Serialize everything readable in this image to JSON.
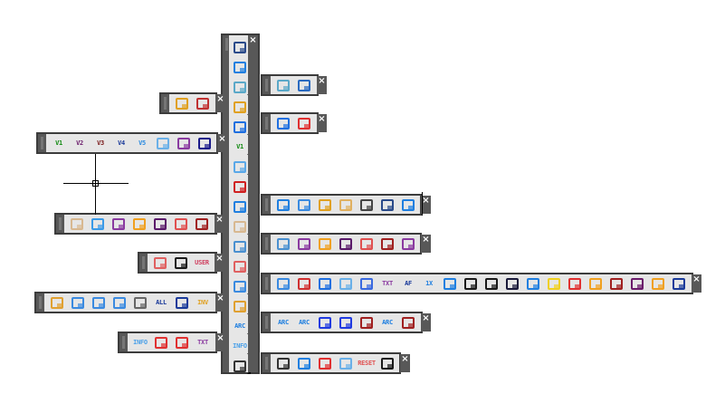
{
  "close_glyph": "×",
  "colors": {
    "toolbar_body": "#e6e6e6",
    "toolbar_border": "#3c3c3c",
    "toolbar_strip": "#585858"
  },
  "toolbars": [
    {
      "id": "vertical-main",
      "orientation": "vertical",
      "icons": [
        {
          "name": "display-order-icon",
          "color": "#2a4a8a"
        },
        {
          "name": "plug-connector-icon",
          "color": "#1f7fe0"
        },
        {
          "name": "crystal-ball-icon",
          "color": "#5aa8c8",
          "flyout": true
        },
        {
          "name": "tape-measure-icon",
          "color": "#e0a020",
          "flyout": true
        },
        {
          "name": "elevation-marker-icon",
          "color": "#1f6fe0",
          "flyout": true
        },
        {
          "name": "view-v1-icon",
          "color": "#118a11",
          "label": "V1",
          "flyout": true
        },
        {
          "name": "pipe-connector-icon",
          "color": "#5aa8e8",
          "flyout": true
        },
        {
          "name": "color-layers-icon",
          "color": "#d02020"
        },
        {
          "name": "insert-point-icon",
          "color": "#1f7fe0",
          "flyout": true
        },
        {
          "name": "pattern-fill-icon",
          "color": "#d8b890",
          "flyout": true
        },
        {
          "name": "stacked-lines-icon",
          "color": "#4a90d0",
          "flyout": true
        },
        {
          "name": "brick-help-icon",
          "color": "#e06060",
          "flyout": true
        },
        {
          "name": "section-move-icon",
          "color": "#3a8ae0",
          "flyout": true
        },
        {
          "name": "layers-copy-icon",
          "color": "#e0a030",
          "flyout": true
        },
        {
          "name": "arc-elevation-icon",
          "color": "#1f7fe0",
          "label": "ARC",
          "flyout": true
        },
        {
          "name": "info-icon",
          "color": "#4aa0e8",
          "label": "INFO",
          "flyout": true
        },
        {
          "name": "rubik-cube-icon",
          "color": "#333333",
          "flyout": true
        }
      ]
    },
    {
      "id": "ball-toolbar",
      "orientation": "horizontal",
      "icons": [
        {
          "name": "crystal-ball-icon",
          "color": "#5aa8c8"
        },
        {
          "name": "monitor-arrows-icon",
          "color": "#2a6ac0"
        }
      ]
    },
    {
      "id": "elevation-toolbar",
      "orientation": "horizontal",
      "icons": [
        {
          "name": "elevation-marker-blue-icon",
          "color": "#1f6fe0"
        },
        {
          "name": "elevation-marker-red-icon",
          "color": "#e03030"
        }
      ]
    },
    {
      "id": "tape-toolbar",
      "orientation": "horizontal",
      "icons": [
        {
          "name": "tape-measure-icon",
          "color": "#e0a020"
        },
        {
          "name": "selection-grid-icon",
          "color": "#c03030"
        }
      ]
    },
    {
      "id": "views-toolbar",
      "orientation": "horizontal",
      "icons": [
        {
          "name": "view-v1-icon",
          "color": "#118a11",
          "label": "V1"
        },
        {
          "name": "view-v2-icon",
          "color": "#6a1a6a",
          "label": "V2"
        },
        {
          "name": "view-v3-icon",
          "color": "#7a1a1a",
          "label": "V3"
        },
        {
          "name": "view-v4-icon",
          "color": "#1a3a9a",
          "label": "V4"
        },
        {
          "name": "view-v5-icon",
          "color": "#2a8ae0",
          "label": "V5"
        },
        {
          "name": "pin-icon",
          "color": "#6ab0e8"
        },
        {
          "name": "pin-eraser-icon",
          "color": "#8a3aa0"
        },
        {
          "name": "target-pin-icon",
          "color": "#1a1a8a"
        }
      ]
    },
    {
      "id": "pattern-toolbar",
      "orientation": "horizontal",
      "icons": [
        {
          "name": "pattern-fill-icon",
          "color": "#d8b890"
        },
        {
          "name": "pipe-bend-icon",
          "color": "#3a9ae8"
        },
        {
          "name": "eraser-icon",
          "color": "#8a3aa0"
        },
        {
          "name": "lightning-split-icon",
          "color": "#f0a020"
        },
        {
          "name": "move-down-icon",
          "color": "#5a1a6a"
        },
        {
          "name": "move-right-icon",
          "color": "#e05050"
        },
        {
          "name": "stack-erase-icon",
          "color": "#a02020"
        }
      ]
    },
    {
      "id": "brick-toolbar",
      "orientation": "horizontal",
      "icons": [
        {
          "name": "brick-help-icon",
          "color": "#e06060"
        },
        {
          "name": "paint-bucket-icon",
          "color": "#1a1a1a"
        },
        {
          "name": "user-icon",
          "color": "#d04060",
          "label": "USER"
        }
      ]
    },
    {
      "id": "layers-toolbar",
      "orientation": "horizontal",
      "icons": [
        {
          "name": "layers-copy-icon",
          "color": "#e0a030"
        },
        {
          "name": "person-link-icon",
          "color": "#3a8ae0"
        },
        {
          "name": "person-move-icon",
          "color": "#3a8ae0"
        },
        {
          "name": "person-rotate-icon",
          "color": "#3a8ae0"
        },
        {
          "name": "hide-icon",
          "color": "#666666"
        },
        {
          "name": "eye-all-icon",
          "color": "#1a3a9a",
          "label": "ALL"
        },
        {
          "name": "eye-icon",
          "color": "#1a3a9a"
        },
        {
          "name": "eye-invert-icon",
          "color": "#e0a020",
          "label": "INV"
        }
      ]
    },
    {
      "id": "info-toolbar",
      "orientation": "horizontal",
      "icons": [
        {
          "name": "info-icon",
          "color": "#4aa0e8",
          "label": "INFO"
        },
        {
          "name": "export-table-icon",
          "color": "#e03030"
        },
        {
          "name": "import-table-icon",
          "color": "#e03030"
        },
        {
          "name": "text-table-icon",
          "color": "#8a3aa0",
          "label": "TXT"
        }
      ]
    },
    {
      "id": "insert-toolbar",
      "orientation": "horizontal",
      "icons": [
        {
          "name": "insert-point-icon",
          "color": "#1f7fe0"
        },
        {
          "name": "block-connect-icon",
          "color": "#3a8ae0"
        },
        {
          "name": "valve-icon",
          "color": "#e0a020"
        },
        {
          "name": "valve-light-icon",
          "color": "#e0b060"
        },
        {
          "name": "tag-icon",
          "color": "#444444"
        },
        {
          "name": "display-order-lightning-icon",
          "color": "#2a4a8a"
        },
        {
          "name": "plug-lightning-icon",
          "color": "#1f7fe0"
        }
      ]
    },
    {
      "id": "stack-toolbar",
      "orientation": "horizontal",
      "icons": [
        {
          "name": "stacked-lines-icon",
          "color": "#4a90d0"
        },
        {
          "name": "eraser-icon",
          "color": "#8a3aa0"
        },
        {
          "name": "lightning-split-icon",
          "color": "#f0a020"
        },
        {
          "name": "move-down-icon",
          "color": "#5a1a6a"
        },
        {
          "name": "move-right-icon",
          "color": "#e05050"
        },
        {
          "name": "stack-erase-icon",
          "color": "#a02020"
        },
        {
          "name": "frame-erase-icon",
          "color": "#8a3aa0"
        }
      ]
    },
    {
      "id": "section-toolbar",
      "orientation": "horizontal",
      "icons": [
        {
          "name": "section-move-icon",
          "color": "#3a8ae0"
        },
        {
          "name": "section-copy-icon",
          "color": "#d03030"
        },
        {
          "name": "add-segment-icon",
          "color": "#1f6fe0"
        },
        {
          "name": "corner-icon",
          "color": "#6ab0e8"
        },
        {
          "name": "grid-table-icon",
          "color": "#3a6ae0"
        },
        {
          "name": "text-edit-icon",
          "color": "#8a3aa0",
          "label": "TXT"
        },
        {
          "name": "zoom-af-icon",
          "color": "#1a3a9a",
          "label": "AF"
        },
        {
          "name": "scale-1x-icon",
          "color": "#1f7fe0",
          "label": "1X"
        },
        {
          "name": "rotate-icon",
          "color": "#1f7fe0"
        },
        {
          "name": "lock-icon",
          "color": "#1a1a1a"
        },
        {
          "name": "unlock-icon",
          "color": "#1a1a1a"
        },
        {
          "name": "cut-icon",
          "color": "#1a1a3a"
        },
        {
          "name": "freeze-icon",
          "color": "#1f7fe0"
        },
        {
          "name": "thaw-icon",
          "color": "#f0d020"
        },
        {
          "name": "window-arrow-icon",
          "color": "#e03030"
        },
        {
          "name": "window-lightning-icon",
          "color": "#f0a020"
        },
        {
          "name": "window-erase-icon",
          "color": "#a02020"
        },
        {
          "name": "window-copy-icon",
          "color": "#6a1a6a"
        },
        {
          "name": "block-lightning-icon",
          "color": "#f0a020"
        },
        {
          "name": "block-number-icon",
          "color": "#1a3a9a"
        }
      ]
    },
    {
      "id": "arc-toolbar",
      "orientation": "horizontal",
      "icons": [
        {
          "name": "arc-elevation-icon",
          "color": "#1f7fe0",
          "label": "ARC"
        },
        {
          "name": "arc-point-icon",
          "color": "#1f7fe0",
          "label": "ARC"
        },
        {
          "name": "arc-stack-icon",
          "color": "#1f3ae0"
        },
        {
          "name": "arc-stack-alt-icon",
          "color": "#1f3ae0"
        },
        {
          "name": "arc-copy-icon",
          "color": "#a02020"
        },
        {
          "name": "arc-rotate-icon",
          "color": "#1f7fe0",
          "label": "ARC"
        },
        {
          "name": "arc-erase-icon",
          "color": "#a02020"
        }
      ]
    },
    {
      "id": "utility-toolbar",
      "orientation": "horizontal",
      "icons": [
        {
          "name": "rubik-cube-icon",
          "color": "#333333"
        },
        {
          "name": "checkbox-icon",
          "color": "#1f7fe0"
        },
        {
          "name": "first-aid-icon",
          "color": "#e03030"
        },
        {
          "name": "crosshair-icon",
          "color": "#6ab0e8"
        },
        {
          "name": "reset-icon",
          "color": "#e05050",
          "label": "RESET"
        },
        {
          "name": "print-edit-icon",
          "color": "#1a1a1a"
        }
      ]
    }
  ]
}
